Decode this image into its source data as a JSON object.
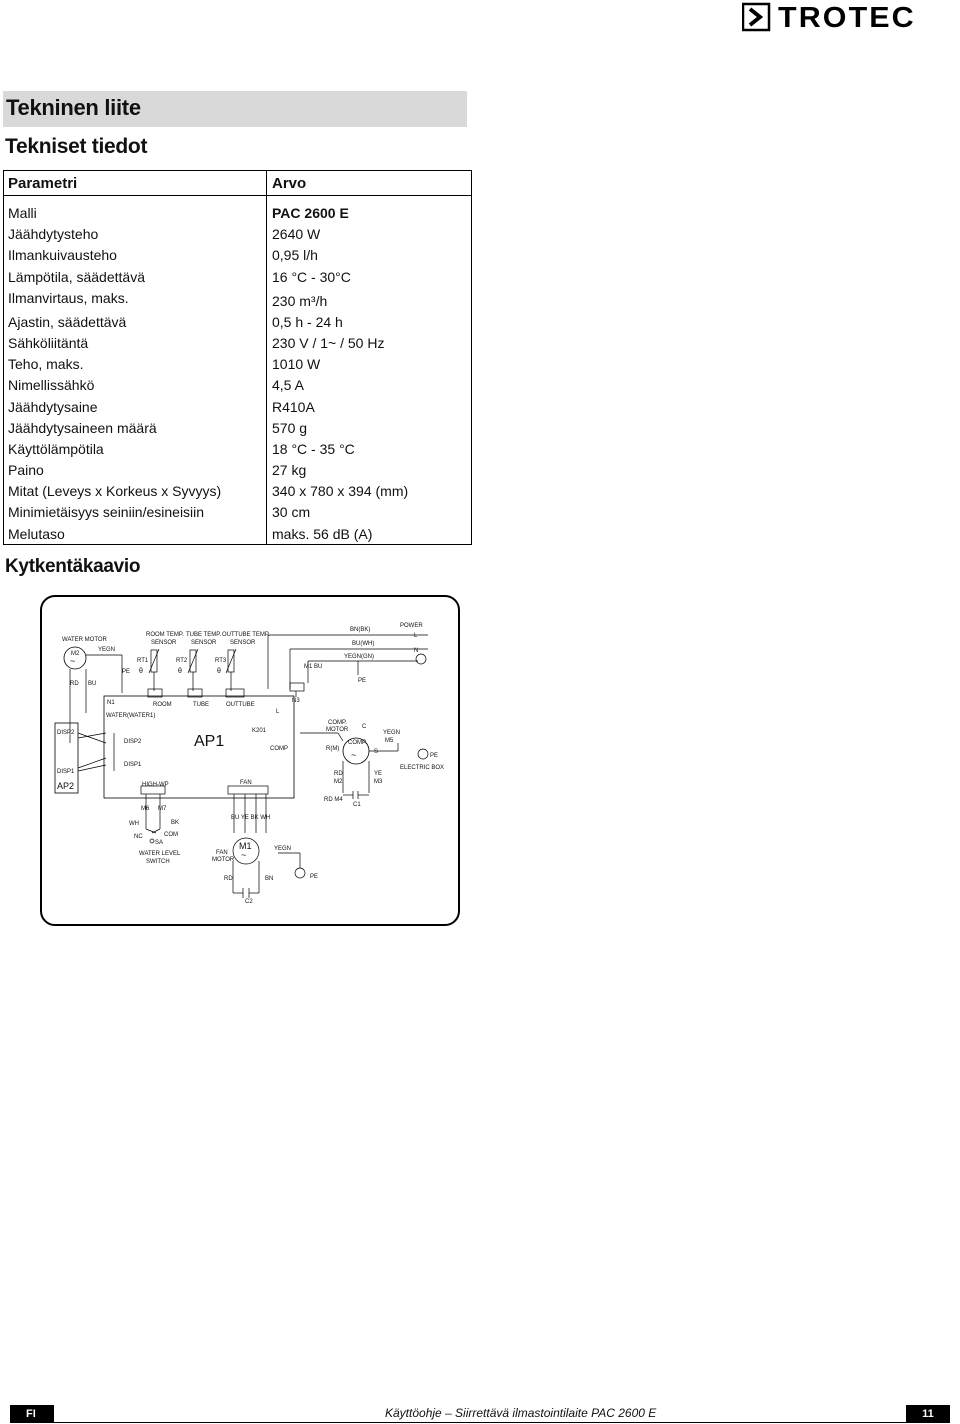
{
  "header": {
    "brand": "TROTEC"
  },
  "section_title": "Tekninen liite",
  "subtitle": "Tekniset tiedot",
  "table": {
    "col_param": "Parametri",
    "col_value": "Arvo",
    "rows": [
      {
        "param": "Malli",
        "value": "PAC 2600 E"
      },
      {
        "param": "Jäähdytysteho",
        "value": "2640 W"
      },
      {
        "param": "Ilmankuivausteho",
        "value": "0,95 l/h"
      },
      {
        "param": "Lämpötila, säädettävä",
        "value": "16 °C - 30°C"
      },
      {
        "param": "Ilmanvirtaus, maks.",
        "value": "230 m³/h"
      },
      {
        "param": "Ajastin, säädettävä",
        "value": "0,5 h - 24 h"
      },
      {
        "param": "Sähköliitäntä",
        "value": "230 V / 1~ / 50 Hz"
      },
      {
        "param": "Teho, maks.",
        "value": "1010 W"
      },
      {
        "param": "Nimellissähkö",
        "value": "4,5 A"
      },
      {
        "param": "Jäähdytysaine",
        "value": "R410A"
      },
      {
        "param": "Jäähdytysaineen määrä",
        "value": "570 g"
      },
      {
        "param": "Käyttölämpötila",
        "value": "18 °C - 35 °C"
      },
      {
        "param": "Paino",
        "value": "27 kg"
      },
      {
        "param": "Mitat (Leveys x Korkeus x Syvyys)",
        "value": "340 x 780 x 394 (mm)"
      },
      {
        "param": "Minimietäisyys seiniin/esineisiin",
        "value": "30 cm"
      },
      {
        "param": "Melutaso",
        "value": "maks. 56 dB (A)"
      }
    ]
  },
  "diagram_title": "Kytkentäkaavio",
  "diagram": {
    "water_motor": "WATER MOTOR",
    "m2": "M2",
    "yegn": "YEGN",
    "rd": "RD",
    "bu": "BU",
    "pe": "PE",
    "room_sensor_1": "ROOM TEMP.",
    "room_sensor_2": "SENSOR",
    "tube_sensor_1": "TUBE TEMP.",
    "tube_sensor_2": "SENSOR",
    "outtube_sensor_1": "OUTTUBE TEMP.",
    "outtube_sensor_2": "SENSOR",
    "rt1": "RT1",
    "rt2": "RT2",
    "rt3": "RT3",
    "theta": "θ",
    "room": "ROOM",
    "tube": "TUBE",
    "outtube": "OUTTUBE",
    "n1": "N1",
    "water_water1": "WATER(WATER1)",
    "disp2": "DISP2",
    "disp1": "DISP1",
    "ap2": "AP2",
    "ap1": "AP1",
    "k201": "K201",
    "comp": "COMP",
    "fan": "FAN",
    "high_wp": "HIGH-WP",
    "n3": "N3",
    "l": "L",
    "bn_bk": "BN(BK)",
    "bu_wh": "BU(WH)",
    "yegn_gn": "YEGN(GN)",
    "power": "POWER",
    "n": "N",
    "m1bu": "M1 BU",
    "comp_motor_1": "COMP.",
    "comp_motor_2": "MOTOR",
    "comp_circle": "COMP.",
    "c": "C",
    "s": "S",
    "r_m": "R(M)",
    "m5": "M5",
    "ye": "YE",
    "m3": "M3",
    "m2b": "M2",
    "rd_m4": "RD M4",
    "c1": "C1",
    "electric_box": "ELECTRIC BOX",
    "m6": "M6",
    "m7": "M7",
    "wh": "WH",
    "bk": "BK",
    "nc": "NC",
    "com": "COM",
    "sa": "SA",
    "water_level_1": "WATER LEVEL",
    "water_level_2": "SWITCH",
    "fan_motor_1": "FAN",
    "fan_motor_2": "MOTOR",
    "m1": "M1",
    "bu_ye_bk_wh": "BU  YE  BK  WH",
    "bn": "BN",
    "c2": "C2"
  },
  "footer": {
    "lang": "FI",
    "doc": "Käyttöohje – Siirrettävä ilmastointilaite PAC 2600 E",
    "page": "11"
  }
}
